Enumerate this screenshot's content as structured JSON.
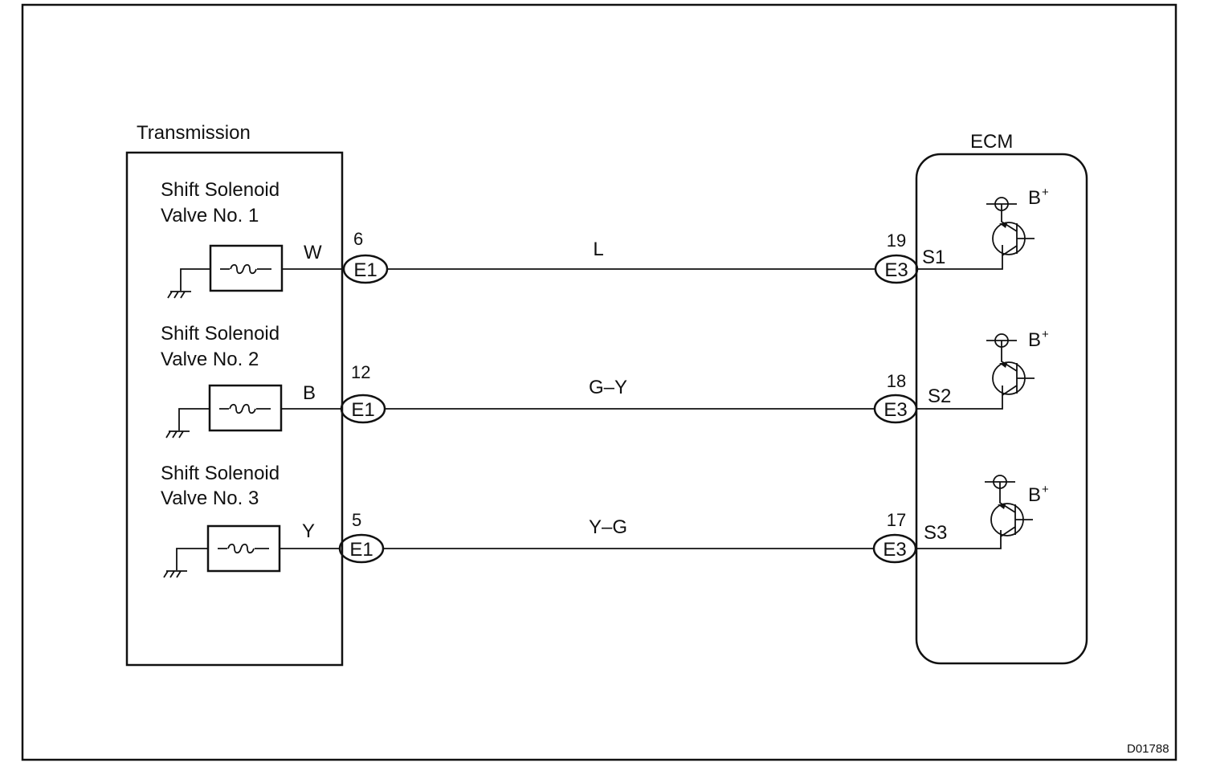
{
  "transmission": {
    "title": "Transmission",
    "solenoids": [
      {
        "line1": "Shift Solenoid",
        "line2": "Valve No. 1",
        "wire_color": "W",
        "pin": "6",
        "connector": "E1"
      },
      {
        "line1": "Shift Solenoid",
        "line2": "Valve No. 2",
        "wire_color": "B",
        "pin": "12",
        "connector": "E1"
      },
      {
        "line1": "Shift Solenoid",
        "line2": "Valve No. 3",
        "wire_color": "Y",
        "pin": "5",
        "connector": "E1"
      }
    ]
  },
  "harness": {
    "wires": [
      {
        "color": "L"
      },
      {
        "color": "G–Y"
      },
      {
        "color": "Y–G"
      }
    ]
  },
  "ecm": {
    "title": "ECM",
    "terminals": [
      {
        "pin": "19",
        "connector": "E3",
        "signal": "S1",
        "supply": "B",
        "supply_sup": "+"
      },
      {
        "pin": "18",
        "connector": "E3",
        "signal": "S2",
        "supply": "B",
        "supply_sup": "+"
      },
      {
        "pin": "17",
        "connector": "E3",
        "signal": "S3",
        "supply": "B",
        "supply_sup": "+"
      }
    ]
  },
  "figure_code": "D01788"
}
